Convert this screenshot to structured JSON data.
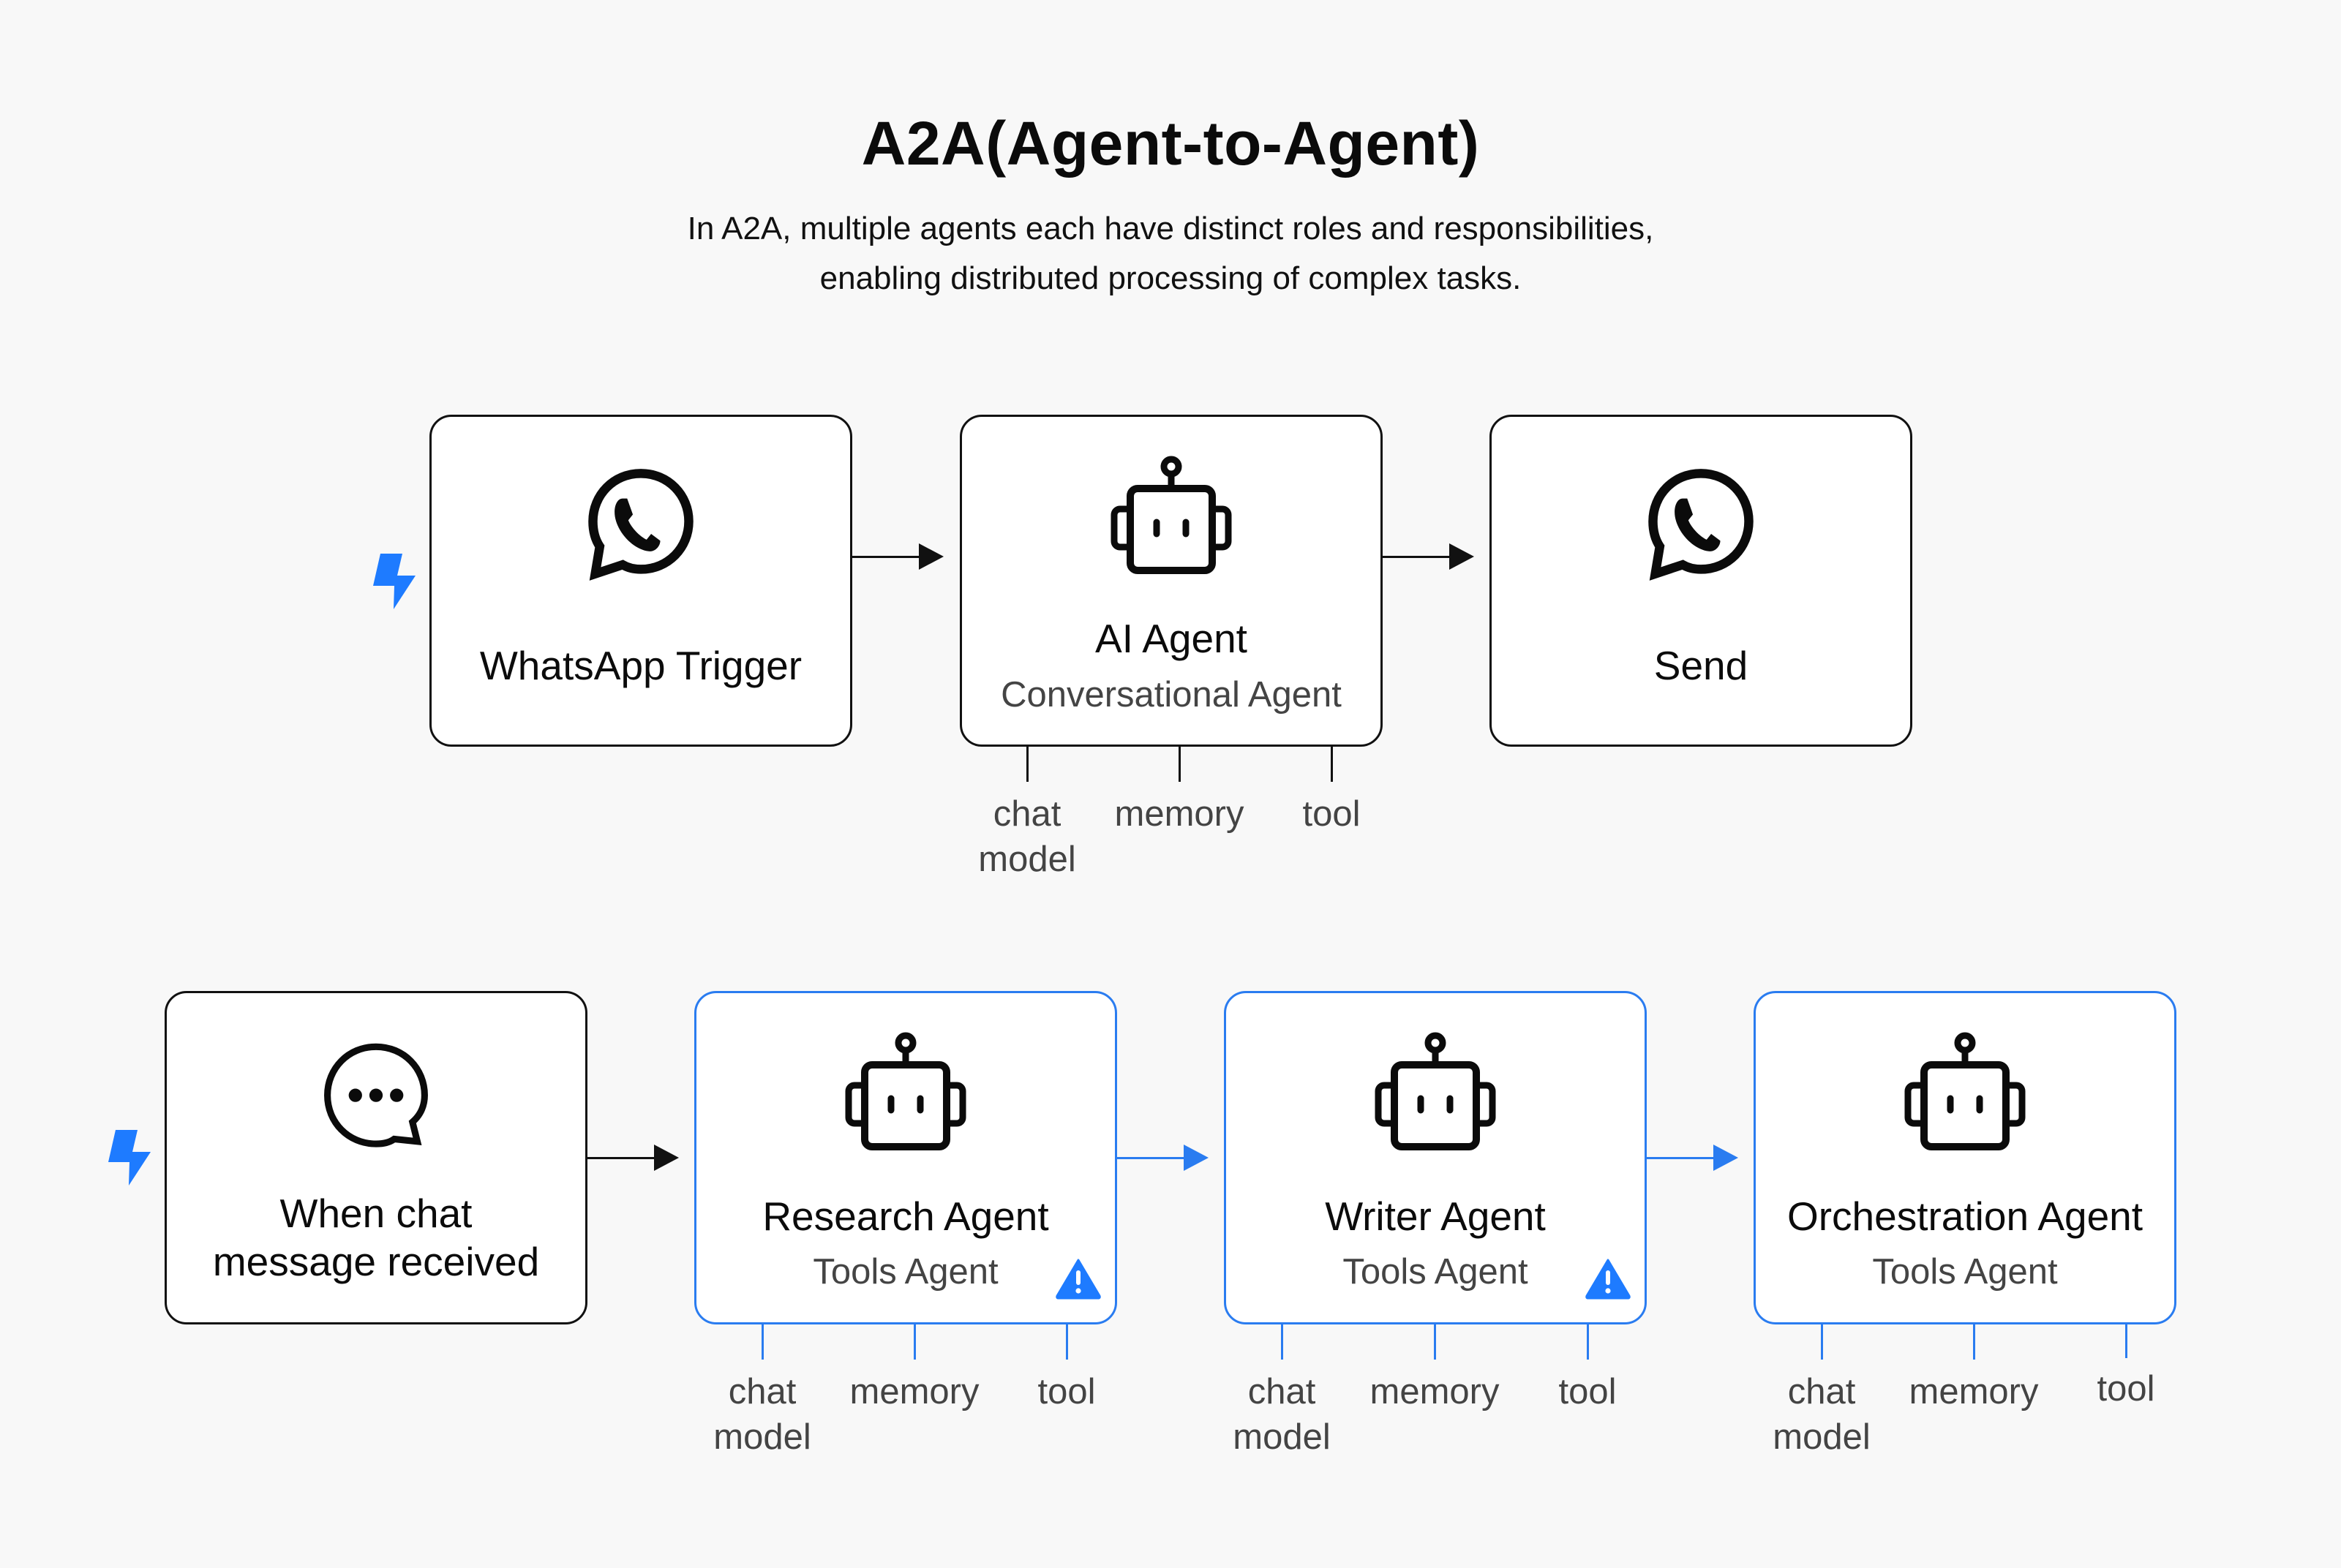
{
  "header": {
    "title": "A2A(Agent-to-Agent)",
    "subtitle_line1": "In A2A, multiple agents each have distinct roles and responsibilities,",
    "subtitle_line2": "enabling distributed processing of complex tasks."
  },
  "colors": {
    "accent_blue": "#1e7bff",
    "border_dark": "#111111",
    "background": "#f8f8f8",
    "muted_text": "#444444"
  },
  "top_flow": {
    "trigger_icon": "lightning-bolt-icon",
    "nodes": [
      {
        "icon": "whatsapp-icon",
        "label": "WhatsApp Trigger"
      },
      {
        "icon": "robot-icon",
        "label": "AI Agent",
        "subtitle": "Conversational Agent",
        "ports": [
          {
            "line1": "chat",
            "line2": "model"
          },
          {
            "line1": "memory"
          },
          {
            "line1": "tool"
          }
        ]
      },
      {
        "icon": "whatsapp-icon",
        "label": "Send"
      }
    ]
  },
  "bottom_flow": {
    "trigger_icon": "lightning-bolt-icon",
    "nodes": [
      {
        "icon": "chat-bubble-icon",
        "label_line1": "When chat",
        "label_line2": "message received"
      },
      {
        "icon": "robot-icon",
        "label": "Research Agent",
        "subtitle": "Tools Agent",
        "warning": true,
        "ports": [
          {
            "line1": "chat",
            "line2": "model"
          },
          {
            "line1": "memory"
          },
          {
            "line1": "tool"
          }
        ]
      },
      {
        "icon": "robot-icon",
        "label": "Writer Agent",
        "subtitle": "Tools Agent",
        "warning": true,
        "ports": [
          {
            "line1": "chat",
            "line2": "model"
          },
          {
            "line1": "memory"
          },
          {
            "line1": "tool"
          }
        ]
      },
      {
        "icon": "robot-icon",
        "label": "Orchestration Agent",
        "subtitle": "Tools Agent",
        "warning": false,
        "ports": [
          {
            "line1": "chat",
            "line2": "model"
          },
          {
            "line1": "memory"
          },
          {
            "line1": "tool"
          }
        ]
      }
    ]
  }
}
